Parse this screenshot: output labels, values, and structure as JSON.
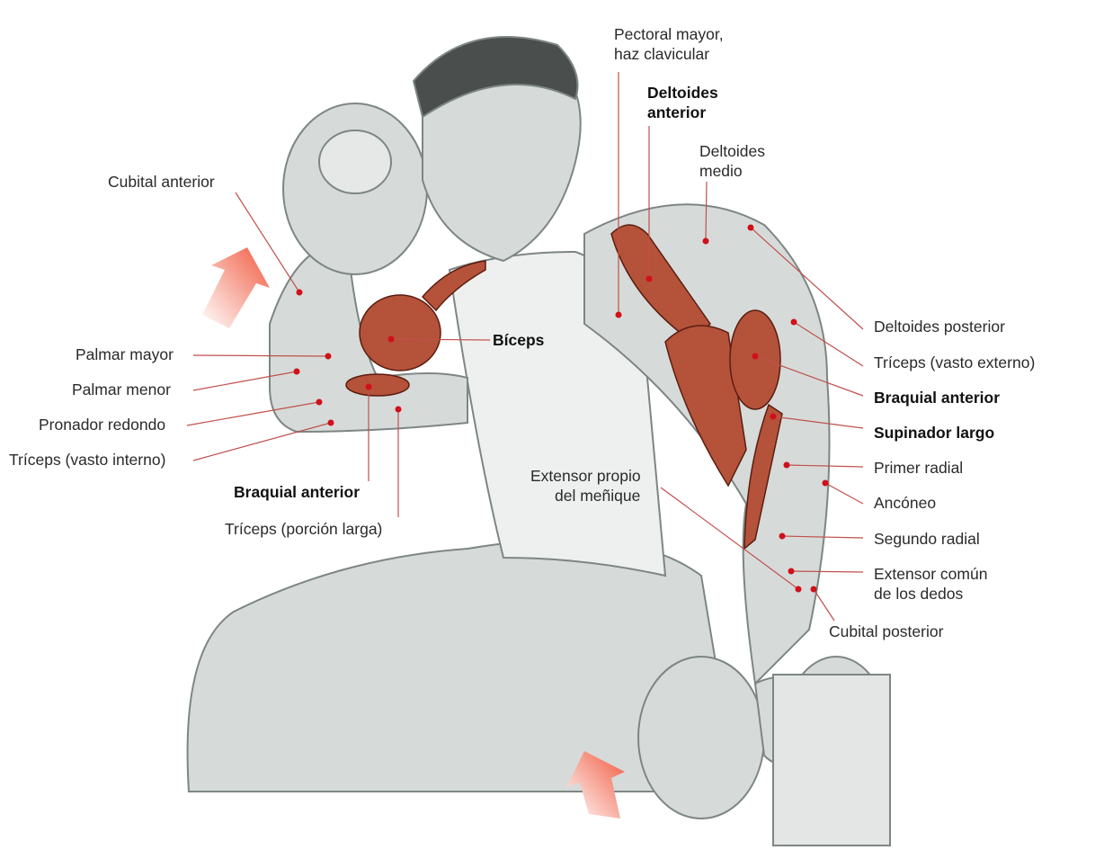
{
  "labels": {
    "pectoral_1": "Pectoral mayor,",
    "pectoral_2": "haz clavicular",
    "deltoides_anterior_1": "Deltoides",
    "deltoides_anterior_2": "anterior",
    "deltoides_medio_1": "Deltoides",
    "deltoides_medio_2": "medio",
    "cubital_anterior": "Cubital anterior",
    "biceps": "Bíceps",
    "palmar_mayor": "Palmar mayor",
    "palmar_menor": "Palmar menor",
    "pronador_redondo": "Pronador redondo",
    "triceps_vasto_interno": "Tríceps (vasto interno)",
    "braquial_anterior_left": "Braquial anterior",
    "triceps_porcion_larga": "Tríceps (porción larga)",
    "extensor_propio_1": "Extensor propio",
    "extensor_propio_2": "del meñique",
    "deltoides_posterior": "Deltoides posterior",
    "triceps_vasto_externo": "Tríceps (vasto externo)",
    "braquial_anterior_right": "Braquial anterior",
    "supinador_largo": "Supinador largo",
    "primer_radial": "Primer radial",
    "anconeo": "Ancóneo",
    "segundo_radial": "Segundo radial",
    "extensor_comun_1": "Extensor común",
    "extensor_comun_2": "de los dedos",
    "cubital_posterior": "Cubital posterior"
  },
  "colors": {
    "leader": "#c0504d",
    "dot": "#d0101a",
    "muscle": "#b5523a",
    "arrow": "#f05a40",
    "sketch": "#c9cfcc"
  }
}
